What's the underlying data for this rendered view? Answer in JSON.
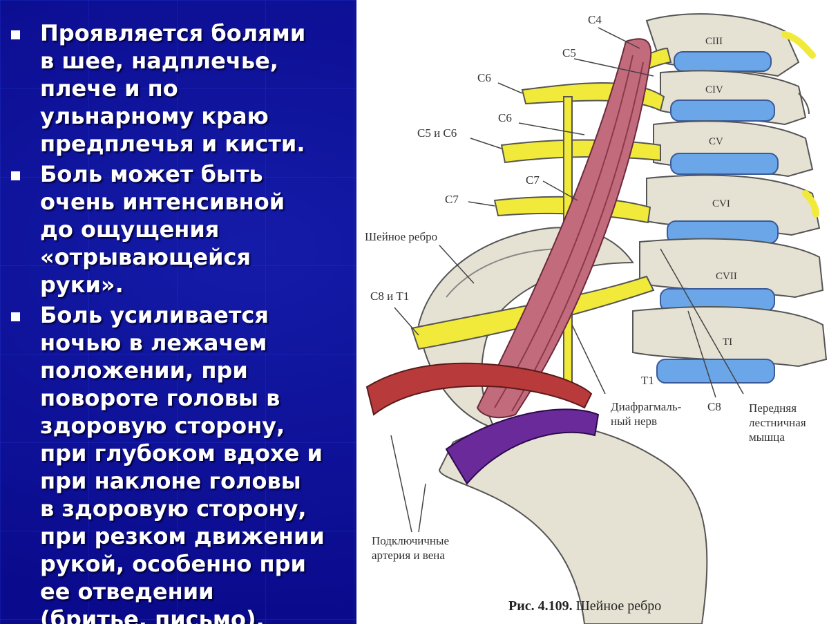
{
  "slide": {
    "bullets": [
      {
        "text": "Проявляется болями\nв шее, надплечье,\nплече и по\nульнарному краю\nпредплечья  и кисти."
      },
      {
        "text": "Боль может быть\nочень интенсивной\nдо ощущения\n«отрывающейся\nруки»."
      },
      {
        "text": "Боль усиливается\nночью в лежачем\nположении, при\nповороте головы в\nздоровую сторону,\nпри глубоком вдохе и\nпри наклоне головы\nв здоровую сторону,\nпри резком движении\nрукой, особенно при\nее отведении\n(бритье, письмо)."
      }
    ]
  },
  "figure": {
    "labels": {
      "c4": "C4",
      "c5": "C5",
      "c6_top": "C6",
      "c6": "C6",
      "c5c6": "C5 и C6",
      "c7_root": "C7",
      "c7_left": "C7",
      "cervical_rib": "Шейное ребро",
      "c8t1": "C8 и T1",
      "t1_low": "T1",
      "c8_low": "C8",
      "phrenic_nerve": "Диафрагмаль-\nный нерв",
      "scalene": "Передняя\nлестничная\nмышца",
      "subclavian": "Подключичные\nартерия и вена",
      "cIII": "CIII",
      "cIV": "CIV",
      "cV": "CV",
      "cVI": "CVI",
      "cVII": "CVII",
      "tI": "TI"
    },
    "caption_number": "Рис. 4.109.",
    "caption_text": "Шейное ребро",
    "colors": {
      "bone": "#e6e2d3",
      "disc": "#6aa6e8",
      "nerve": "#f2ea3a",
      "muscle": "#c26b7d",
      "artery": "#b83a3a",
      "vein": "#6a2a9a"
    }
  }
}
